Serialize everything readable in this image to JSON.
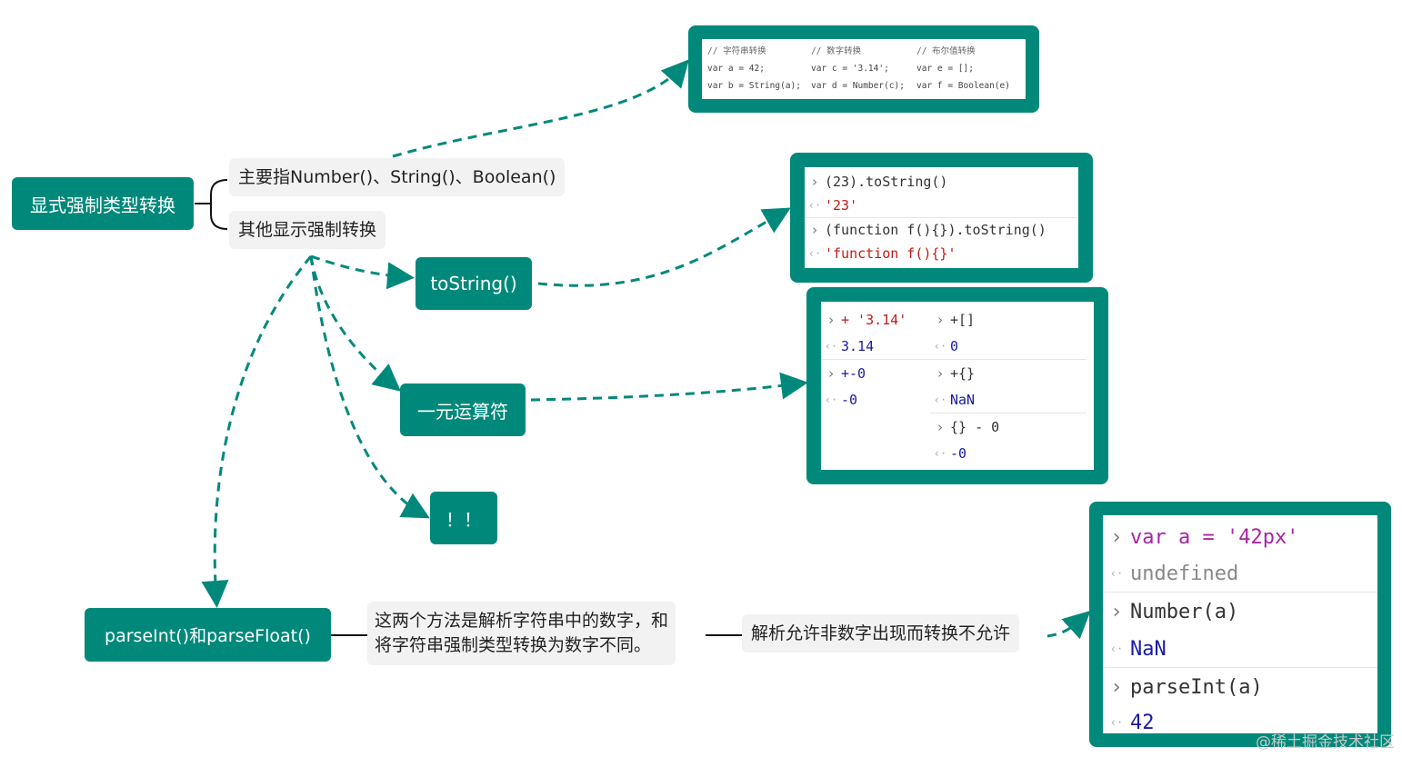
{
  "nodes": {
    "root": "显式强制类型转换",
    "tostring": "toString()",
    "unary": "一元运算符",
    "notnot": "！！",
    "parse": "parseInt()和parseFloat()"
  },
  "labels": {
    "main": "主要指Number()、String()、Boolean()",
    "other": "其他显示强制转换",
    "parse_desc_1": "这两个方法是解析字符串中的数字，和",
    "parse_desc_2": "将字符串强制类型转换为数字不同。",
    "parse_note": "解析允许非数字出现而转换不允许"
  },
  "code_panel": {
    "col1": [
      "// 字符串转换",
      "var a = 42;",
      "var b = String(a);"
    ],
    "col2": [
      "// 数字转换",
      "var c = '3.14';",
      "var d = Number(c);"
    ],
    "col3": [
      "// 布尔值转换",
      "var e = [];",
      "var f = Boolean(e)"
    ]
  },
  "tostring_console": {
    "in1": "(23).toString()",
    "out1": "'23'",
    "in2": "(function f(){}).toString()",
    "out2": "'function f(){}'"
  },
  "unary_console": {
    "l1_in": "+ '3.14'",
    "l1_out": "3.14",
    "l2_in": "+-0",
    "l2_out": "-0",
    "r1_in": "+[]",
    "r1_out": "0",
    "r2_in": "+{}",
    "r2_out": "NaN",
    "r3_in": "{} - 0",
    "r3_out": "-0"
  },
  "parse_console": {
    "in1": "var a = '42px'",
    "out1": "undefined",
    "in2": "Number(a)",
    "out2": "NaN",
    "in3": "parseInt(a)",
    "out3": "42"
  },
  "glyphs": {
    "prompt": "›",
    "result": "‹·"
  },
  "watermark": "@稀土掘金技术社区",
  "colors": {
    "accent": "#00897b",
    "label_bg": "#f2f2f2"
  }
}
